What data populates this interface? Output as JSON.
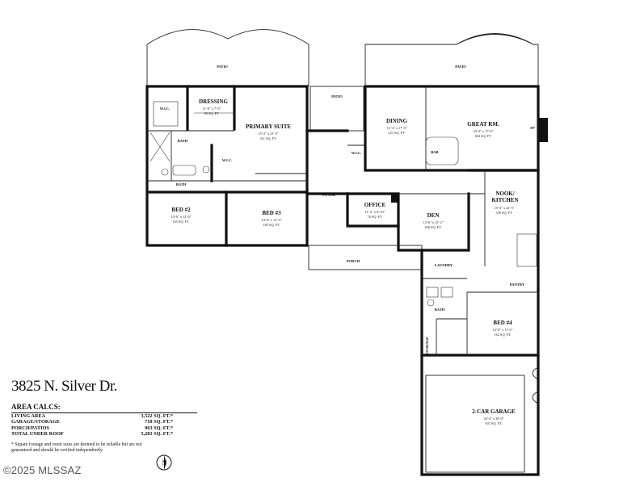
{
  "address": "3825 N. Silver Dr.",
  "area_calcs": {
    "title": "AREA CALCS:",
    "rows": [
      {
        "label": "LIVING AREA",
        "value": "3,522 SQ. FT.*"
      },
      {
        "label": "GARAGE/STORAGE",
        "value": "718 SQ. FT.*"
      },
      {
        "label": "PORCH/PATIOS",
        "value": "963 SQ. FT.*"
      },
      {
        "label": "TOTAL UNDER ROOF",
        "value": "5,203 SQ. FT.*"
      }
    ],
    "note": "* Square footage and room sizes are deemed to be reliable but are not guaranteed and should be verified independently."
  },
  "watermark": "©2025 MLSSAZ",
  "north_label": "N",
  "rooms": {
    "dressing": {
      "name": "DRESSING",
      "dims": "11'-0\" x 7'-0\"",
      "area": "80 SQ. FT."
    },
    "primary_suite": {
      "name": "PRIMARY SUITE",
      "dims": "15'-2\" x 21'-0\"",
      "area": "311 SQ. FT."
    },
    "dining": {
      "name": "DINING",
      "dims": "13'-4\" x 17'-0\"",
      "area": "221 SQ. FT."
    },
    "great_rm": {
      "name": "GREAT RM.",
      "dims": "24'-5\" x 17'-0\"",
      "area": "404 SQ. FT."
    },
    "nook_kitchen": {
      "name1": "NOOK/",
      "name2": "KITCHEN",
      "dims": "15'-4\" x 22'-5\"",
      "area": "330 SQ. FT."
    },
    "bed2": {
      "name": "BED #2",
      "dims": "14'-0\" x 12'-0\"",
      "area": "165 SQ. FT."
    },
    "bed3": {
      "name": "BED #3",
      "dims": "14'-0\" x 12'-0\"",
      "area": "165 SQ. FT."
    },
    "office": {
      "name": "OFFICE",
      "dims": "11'-2\" x 8'-10\"",
      "area": "76 SQ. FT."
    },
    "den": {
      "name": "DEN",
      "dims": "13'-6\" x 15'-2\"",
      "area": "200 SQ. FT."
    },
    "bed4": {
      "name": "BED #4",
      "dims": "14'-0\" x 11'-6\"",
      "area": "162 SQ. FT."
    },
    "garage": {
      "name": "2-CAR GARAGE",
      "dims": "24'-4\" x 30'-0\"",
      "area": "631 SQ. FT."
    }
  },
  "labels": {
    "wic": "W.I.C.",
    "bath": "BATH",
    "patio": "PATIO",
    "foyer": "FOYER",
    "porch": "PORCH",
    "laundry": "LAUNDRY",
    "pantry": "PANTRY",
    "storage": "STORAGE",
    "fp": "FP",
    "bar": "BAR"
  }
}
